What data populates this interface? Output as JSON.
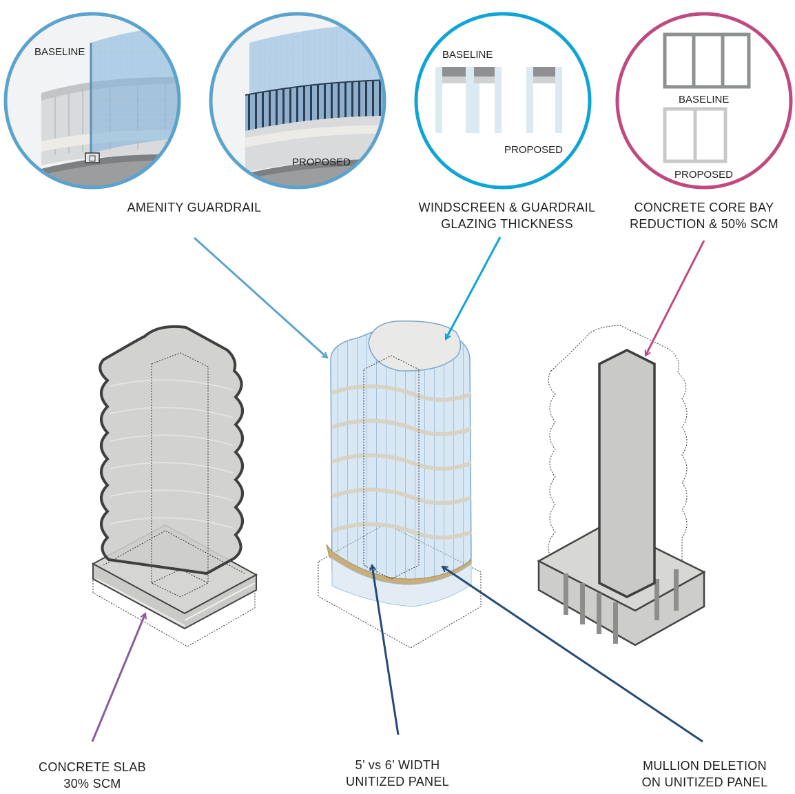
{
  "colors": {
    "light_blue": "#5ba3cf",
    "cyan": "#0ea5d6",
    "magenta": "#c04a80",
    "purple": "#8d5a9e",
    "navy": "#244b78"
  },
  "insets": {
    "guardrail_baseline": {
      "tag": "BASELINE"
    },
    "guardrail_proposed": {
      "tag": "PROPOSED"
    },
    "glazing": {
      "baseline": "BASELINE",
      "proposed": "PROPOSED"
    },
    "core": {
      "baseline": "BASELINE",
      "proposed": "PROPOSED"
    }
  },
  "labels": {
    "amenity_guardrail": [
      "AMENITY GUARDRAIL"
    ],
    "glazing_thickness": [
      "WINDSCREEN & GUARDRAIL",
      "GLAZING THICKNESS"
    ],
    "core_bay": [
      "CONCRETE CORE BAY",
      "REDUCTION & 50% SCM"
    ],
    "concrete_slab": [
      "CONCRETE SLAB",
      "30% SCM"
    ],
    "unitized_panel": [
      "5’ vs 6’ WIDTH",
      "UNITIZED PANEL"
    ],
    "mullion_deletion": [
      "MULLION DELETION",
      "ON UNITIZED PANEL"
    ]
  },
  "icons": [
    "guardrail-baseline-icon",
    "guardrail-proposed-icon",
    "glazing-icon",
    "core-bay-icon",
    "slab-tower-icon",
    "facade-tower-icon",
    "core-tower-icon"
  ]
}
